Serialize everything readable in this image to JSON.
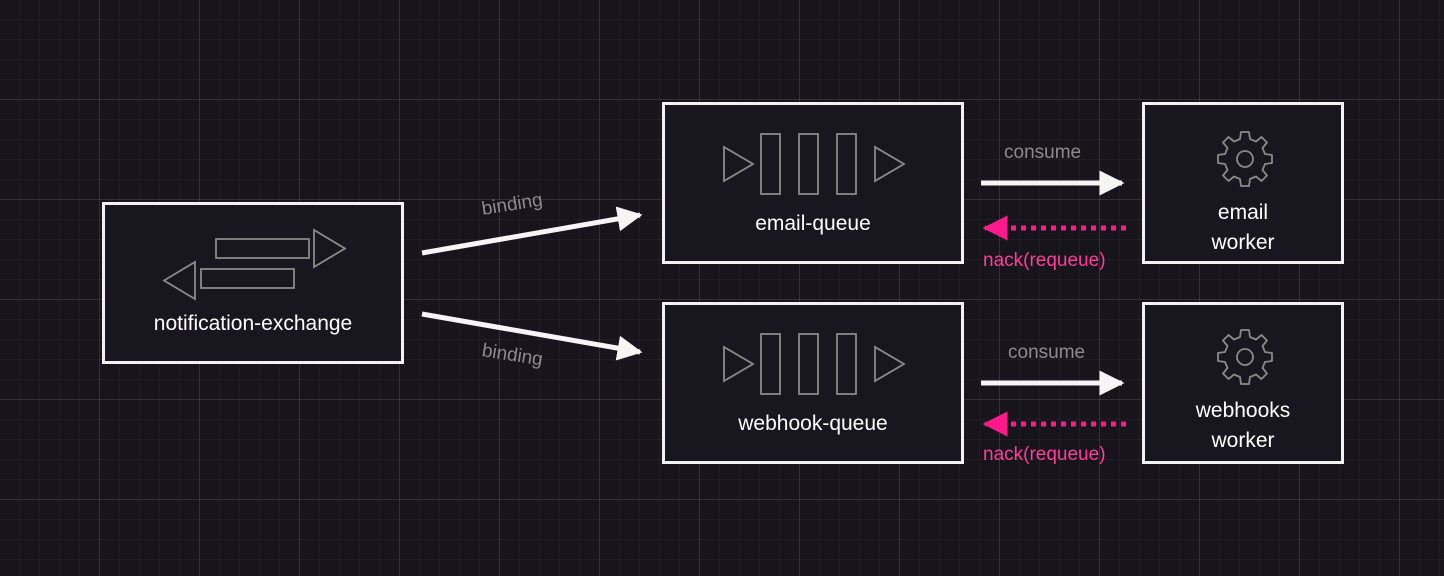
{
  "nodes": {
    "exchange": {
      "label": "notification-exchange",
      "icon": "exchange-icon"
    },
    "email_queue": {
      "label": "email-queue",
      "icon": "queue-icon"
    },
    "webhook_queue": {
      "label": "webhook-queue",
      "icon": "queue-icon"
    },
    "email_worker": {
      "label_line1": "email",
      "label_line2": "worker",
      "icon": "gear-icon"
    },
    "webhooks_worker": {
      "label_line1": "webhooks",
      "label_line2": "worker",
      "icon": "gear-icon"
    }
  },
  "edges": {
    "binding_email": {
      "label": "binding"
    },
    "binding_webhook": {
      "label": "binding"
    },
    "consume_email": {
      "label": "consume"
    },
    "consume_webhook": {
      "label": "consume"
    },
    "nack_email": {
      "label": "nack(requeue)"
    },
    "nack_webhook": {
      "label": "nack(requeue)"
    }
  },
  "colors": {
    "background": "#17141c",
    "node_border": "#f2f2f2",
    "edge": "#f5f5f5",
    "nack": "#ff1a8c",
    "muted_text": "#8c8c8c",
    "icon_stroke": "#8a8a8a"
  }
}
